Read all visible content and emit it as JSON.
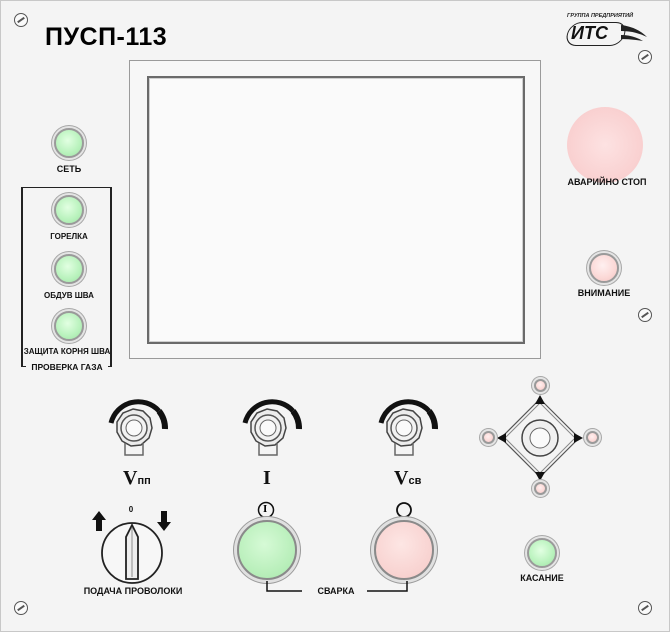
{
  "panel": {
    "model": "ПУСП-113",
    "logo": {
      "group_text": "ГРУППА ПРЕДПРИЯТИЙ",
      "brand": "ИТС"
    }
  },
  "indicators": {
    "network": "СЕТЬ",
    "torch": "ГОРЕЛКА",
    "seam_blow": "ОБДУВ ШВА",
    "root_protect": "ЗАЩИТА КОРНЯ ШВА",
    "gas_check_group": "ПРОВЕРКА ГАЗА"
  },
  "emergency_stop": "АВАРИЙНО СТОП",
  "attention": "ВНИМАНИЕ",
  "knobs": [
    {
      "symbol": "V",
      "sub": "пп"
    },
    {
      "symbol": "I",
      "sub": ""
    },
    {
      "symbol": "V",
      "sub": "св"
    }
  ],
  "wire_feed": {
    "label": "ПОДАЧА ПРОВОЛОКИ",
    "zero": "0"
  },
  "welding": {
    "label": "СВАРКА",
    "on_symbol": "I",
    "off_symbol": "O"
  },
  "contact": "КАСАНИЕ",
  "colors": {
    "lamp_green": "#b8f2bc",
    "lamp_pink": "#fbd8d6",
    "estop": "#f9d0d0",
    "panel": "#f4f4f4"
  }
}
